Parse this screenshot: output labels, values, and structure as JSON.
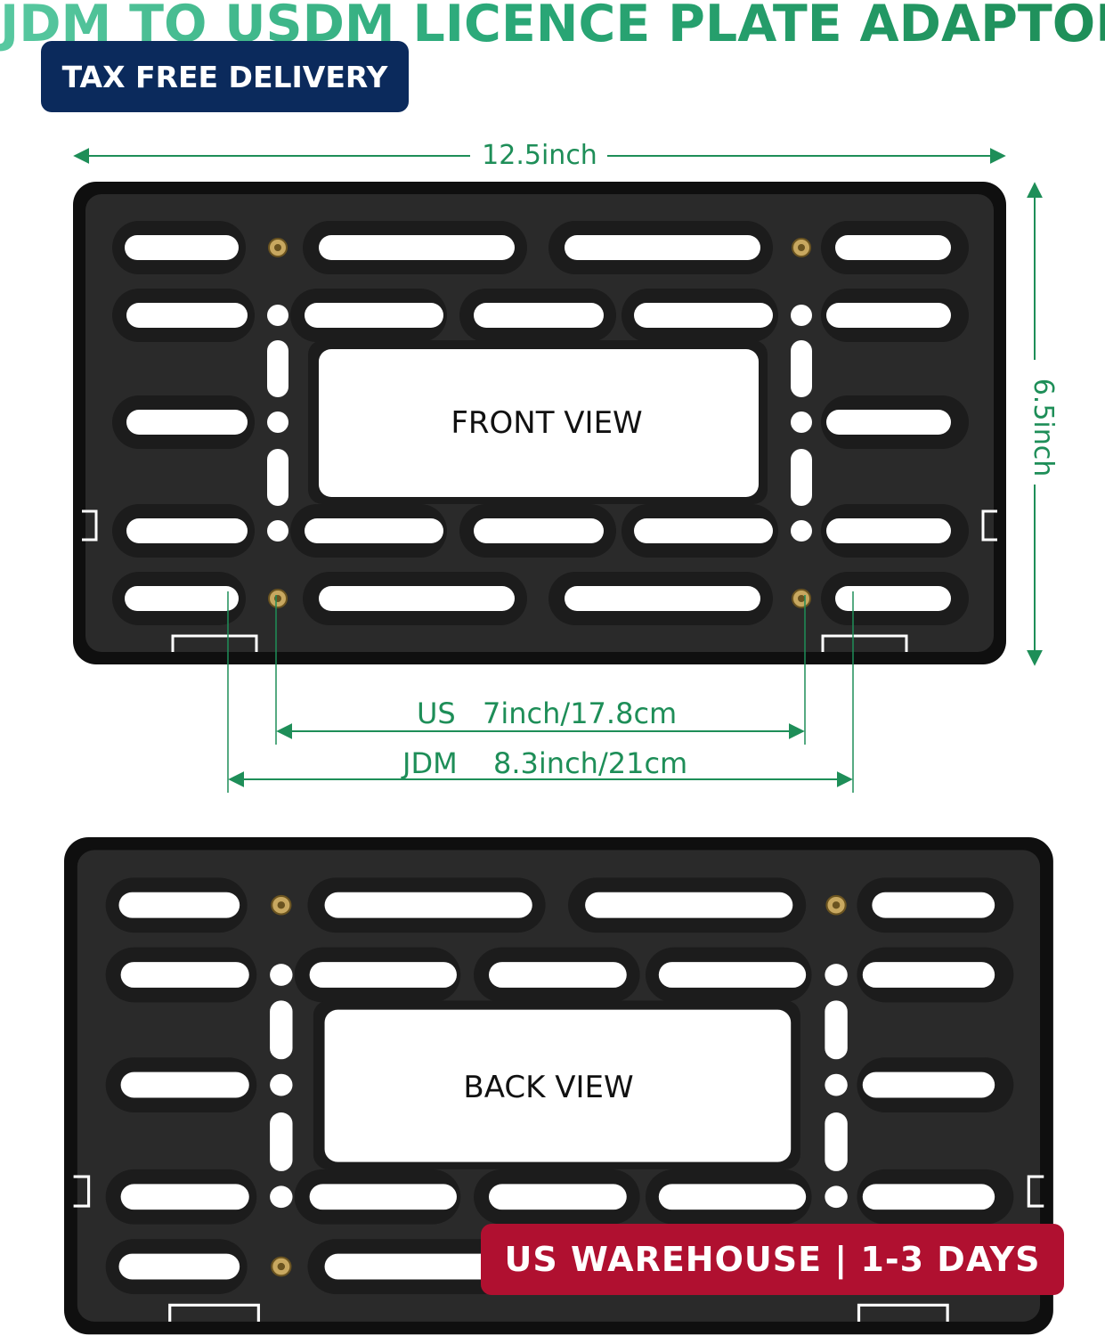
{
  "title": "JDM TO USDM LICENCE PLATE ADAPTOR",
  "badges": {
    "tax_free": "TAX FREE DELIVERY",
    "warehouse": "US WAREHOUSE | 1-3 DAYS"
  },
  "dimensions": {
    "width": "12.5inch",
    "height": "6.5inch",
    "us_label": "US",
    "us_value": "7inch/17.8cm",
    "jdm_label": "JDM",
    "jdm_value": "8.3inch/21cm"
  },
  "views": {
    "front": "FRONT VIEW",
    "back": "BACK VIEW"
  },
  "colors": {
    "title_gradient_start": "#58c8a0",
    "title_gradient_end": "#1e8e58",
    "dimension_green": "#1e8e58",
    "tax_badge_bg": "#0b2a5c",
    "warehouse_badge_bg": "#b01030",
    "plate": "#2a2a2a",
    "plate_rim": "#0f0f0f",
    "screw_brass": "#c8a860"
  }
}
